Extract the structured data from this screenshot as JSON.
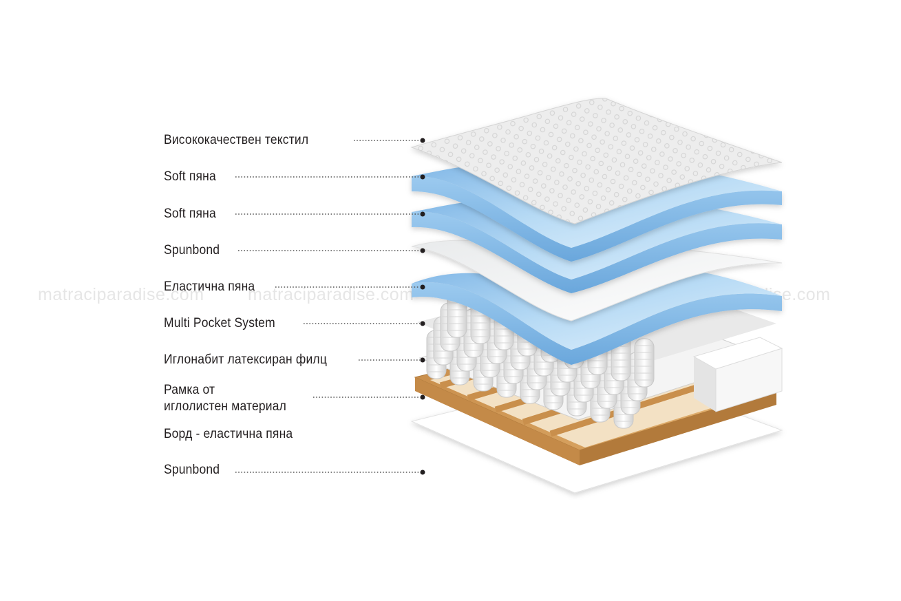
{
  "watermark": "matraciparadise.com",
  "layers": [
    {
      "label": "Висококачествен текстил"
    },
    {
      "label": "Soft пяна"
    },
    {
      "label": "Soft пяна"
    },
    {
      "label": "Spunbond"
    },
    {
      "label": "Еластична пяна"
    },
    {
      "label": "Multi Pocket System"
    },
    {
      "label": "Иглонабит латексиран филц"
    },
    {
      "label_line1": "Рамка от",
      "label_line2": "иглолистен материал"
    },
    {
      "label": "Борд - еластична пяна"
    },
    {
      "label": "Spunbond"
    }
  ],
  "colors": {
    "text": "#231f20",
    "leader": "#555555",
    "blue_foam": "#a9d3f2",
    "wood": "#d9a25f",
    "watermark": "#e6e6e6"
  }
}
